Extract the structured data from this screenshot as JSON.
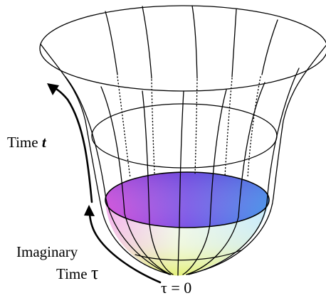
{
  "labels": {
    "time_prefix": "Time",
    "time_symbol": "t",
    "imaginary": "Imaginary",
    "imaginary_time_prefix": "Time",
    "imaginary_time_symbol": "τ",
    "tau_zero": "τ = 0"
  },
  "colors": {
    "line": "#000000",
    "cap_top": "#7a55e6",
    "cap_left": "#d24ad8",
    "cap_right": "#3e8fe8",
    "bowl_left": "#f4a8ee",
    "bowl_center": "#eaf6ee",
    "bowl_right": "#bfe8ff",
    "bowl_bottom": "#e3f06c"
  }
}
